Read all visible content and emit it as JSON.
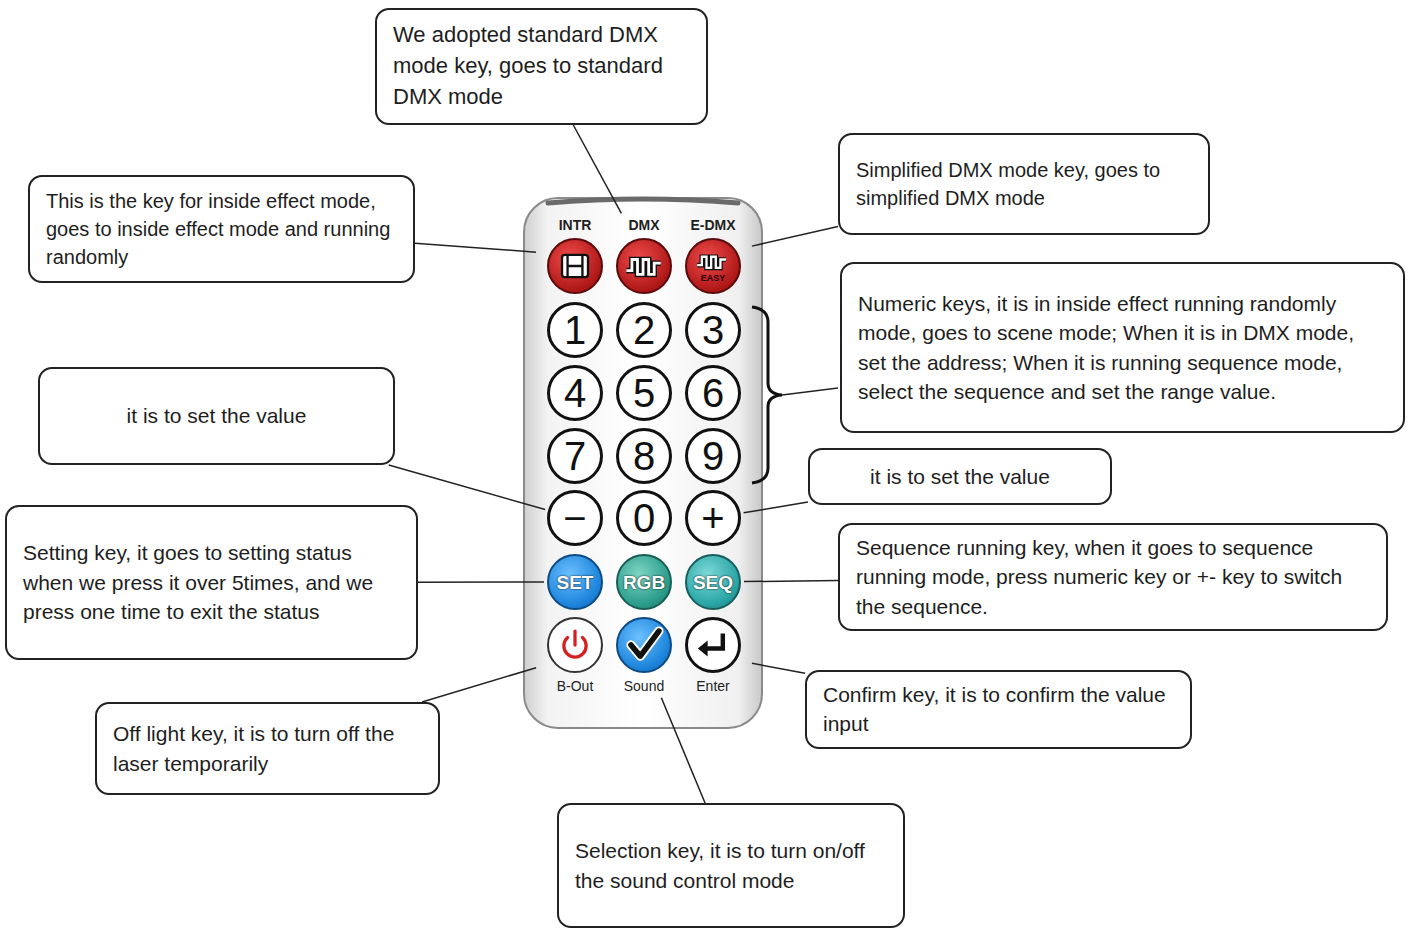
{
  "diagram": {
    "nodes": [
      {
        "text": [
          "We adopted standard DMX mode key, goes to standard DMX mode"
        ]
      },
      {
        "text": [
          "This is the key for inside effect mode, goes to inside effect mode and running randomly"
        ]
      },
      {
        "text": [
          "Simplified DMX mode key, goes to simplified DMX mode"
        ]
      },
      {
        "text": [
          "Numeric keys, it is in inside effect running randomly mode, goes to scene mode; When it is in DMX mode, set the address; When it is running sequence mode, select the sequence and set the range value."
        ]
      },
      {
        "text": [
          "it is to set the value"
        ]
      },
      {
        "text": [
          "it is to set the value"
        ]
      },
      {
        "text": [
          "Setting key, it goes to setting status when we press it over 5times, and we press one time to exit the status"
        ]
      },
      {
        "text": [
          "Sequence running key, when it goes to sequence running mode, press numeric key or +- key to switch the sequence."
        ]
      },
      {
        "text": [
          "Confirm key, it is to confirm the value input"
        ]
      },
      {
        "text": [
          "Off light key, it is to turn off the laser temporarily"
        ]
      },
      {
        "text": [
          "Selection key, it is to turn on/off the sound control mode"
        ]
      },
      {
        "text": [
          "INTR"
        ]
      },
      {
        "text": [
          "DMX"
        ]
      },
      {
        "text": [
          "E-DMX",
          "EASY"
        ]
      },
      {
        "text": [
          "1"
        ]
      },
      {
        "text": [
          "2"
        ]
      },
      {
        "text": [
          "3"
        ]
      },
      {
        "text": [
          "4"
        ]
      },
      {
        "text": [
          "5"
        ]
      },
      {
        "text": [
          "6"
        ]
      },
      {
        "text": [
          "7"
        ]
      },
      {
        "text": [
          "8"
        ]
      },
      {
        "text": [
          "9"
        ]
      },
      {
        "text": [
          "−"
        ]
      },
      {
        "text": [
          "0"
        ]
      },
      {
        "text": [
          "+"
        ]
      },
      {
        "text": [
          "SET"
        ]
      },
      {
        "text": [
          "RGB"
        ]
      },
      {
        "text": [
          "SEQ"
        ]
      },
      {
        "text": [
          "B-Out"
        ]
      },
      {
        "text": [
          "Sound"
        ]
      },
      {
        "text": [
          "Enter"
        ]
      }
    ],
    "edges": [
      {
        "from": 0,
        "to": 12,
        "arrow": "none"
      },
      {
        "from": 1,
        "to": 11,
        "arrow": "none"
      },
      {
        "from": 2,
        "to": 13,
        "arrow": "none"
      },
      {
        "from": 4,
        "to": 23,
        "arrow": "none"
      },
      {
        "from": 5,
        "to": 25,
        "arrow": "none"
      },
      {
        "from": 6,
        "to": 26,
        "arrow": "none"
      },
      {
        "from": 7,
        "to": 28,
        "arrow": "none"
      },
      {
        "from": 8,
        "to": 31,
        "arrow": "none"
      },
      {
        "from": 9,
        "to": 29,
        "arrow": "none"
      },
      {
        "from": 10,
        "to": 30,
        "arrow": "none"
      }
    ]
  }
}
